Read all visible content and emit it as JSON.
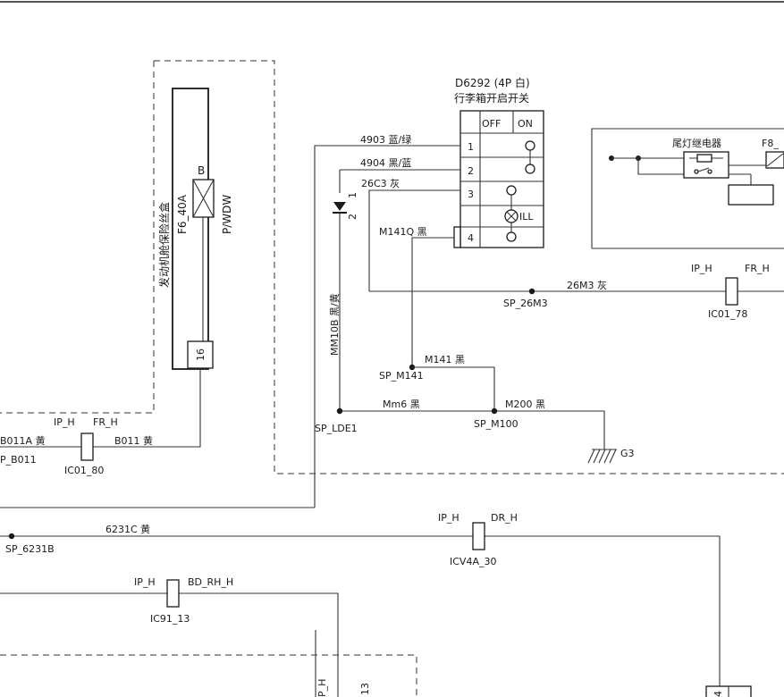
{
  "switch": {
    "title": "D6292 (4P 白)",
    "subtitle": "行李箱开启开关",
    "col_off": "OFF",
    "col_on": "ON",
    "pins": [
      "1",
      "2",
      "3",
      "4"
    ],
    "ill": "ILL"
  },
  "fuse_box": {
    "name": "发动机舱保险丝盒",
    "fuse_top": "B",
    "fuse_name": "F6_40A",
    "fuse_side": "P/WDW",
    "pin": "16"
  },
  "relay": {
    "name": "尾灯继电器",
    "fuse": "F8_"
  },
  "wires": {
    "w4903": "4903 蓝/绿",
    "w4904": "4904 黑/蓝",
    "w26c3": "26C3 灰",
    "m141q": "M141Q 黑",
    "w26m3": "26M3 灰",
    "mm10b": "MM10B 黑/黄",
    "m141": "M141 黑",
    "mm6": "Mm6 黑",
    "m200": "M200 黑",
    "b011a": "B011A 黄",
    "b011": "B011 黄",
    "w6231c": "6231C 黄"
  },
  "splices": {
    "sp_26m3": "SP_26M3",
    "sp_m141": "SP_M141",
    "sp_lde1": "SP_LDE1",
    "sp_m100": "SP_M100",
    "p_b011": "P_B011",
    "sp_6231b": "SP_6231B"
  },
  "connectors": {
    "ic01_78": {
      "left": "IP_H",
      "right": "FR_H",
      "id": "IC01_78"
    },
    "ic01_80": {
      "left": "IP_H",
      "right": "FR_H",
      "id": "IC01_80"
    },
    "icv4a_30": {
      "left": "IP_H",
      "right": "DR_H",
      "id": "ICV4A_30"
    },
    "ic91_13": {
      "left": "IP_H",
      "right": "BD_RH_H",
      "id": "IC91_13"
    }
  },
  "diode": {
    "pin_a": "1",
    "pin_b": "2"
  },
  "ground": "G3",
  "bottom_labels": {
    "a": "P_H",
    "b": "13",
    "c": "4"
  }
}
